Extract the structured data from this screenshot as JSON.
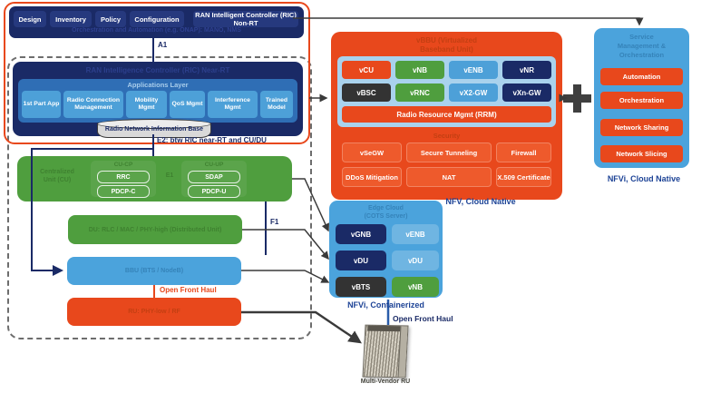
{
  "topbar": {
    "backdrop": "Orchestration and Automation (e.g. ONAP): MANO, NMS",
    "items": [
      "Design",
      "Inventory",
      "Policy",
      "Configuration",
      "RAN Intelligent Controller (RIC) Non-RT"
    ]
  },
  "interfaces": {
    "a1": "A1",
    "e2": "E2: btw RIC near-RT and CU/DU",
    "e1": "E1",
    "f1": "F1",
    "open_front_haul_left": "Open Front Haul",
    "open_front_haul_right": "Open Front Haul"
  },
  "ric_near_rt": {
    "title": "RAN Intelligence Controller (RIC) Near-RT",
    "apps_header": "Applications Layer",
    "apps": [
      "1st Part App",
      "Radio Connection Management",
      "Mobility Mgmt",
      "QoS Mgmt",
      "Interference Mgmt",
      "Trained Model"
    ],
    "rnib": "Radio Network Information Base"
  },
  "cu": {
    "side_line1": "Centralized",
    "side_line2": "Unit (CU)",
    "cp_header": "CU-CP",
    "cp_items": [
      "RRC",
      "PDCP-C"
    ],
    "up_header": "CU-UP",
    "up_items": [
      "SDAP",
      "PDCP-U"
    ]
  },
  "du": {
    "label": "DU: RLC / MAC / PHY-high (Distributed Unit)"
  },
  "bbu": {
    "label": "BBU (BTS / NodeB)"
  },
  "ru": {
    "label": "RU: PHY-low / RF"
  },
  "vbbu": {
    "title_line1": "vBBU (Virtualized",
    "title_line2": "Baseband Unit)",
    "vnfs": [
      "vCU",
      "vNB",
      "vENB",
      "vNR",
      "vBSC",
      "vRNC",
      "vX2-GW",
      "vXn-GW"
    ],
    "rrm": "Radio Resource Mgmt (RRM)",
    "security_header": "Security",
    "security": [
      "vSeGW",
      "Secure Tunneling",
      "Firewall",
      "DDoS Mitigation",
      "NAT",
      "X.509 Certificate"
    ],
    "caption": "NFV, Cloud Native"
  },
  "smo": {
    "title_line1": "Service",
    "title_line2": "Management &",
    "title_line3": "Orchestration",
    "items": [
      "Automation",
      "Orchestration",
      "Network Sharing",
      "Network Slicing"
    ],
    "caption": "NFVi, Cloud Native"
  },
  "nfvi": {
    "title_line1": "Edge Cloud",
    "title_line2": "(COTS Server)",
    "items": [
      "vGNB",
      "vENB",
      "vDU",
      "vDU",
      "vBTS",
      "vNB"
    ],
    "caption": "NFVi, Containerized"
  },
  "radio": {
    "caption": "Multi-Vendor RU"
  },
  "colors": {
    "navy": "#1a2a66",
    "blue": "#4ba3dc",
    "mid_blue": "#2f6eb5",
    "green": "#4f9e3e",
    "orange": "#e8481c",
    "dark": "#333333",
    "caption_blue": "#1d4396"
  }
}
